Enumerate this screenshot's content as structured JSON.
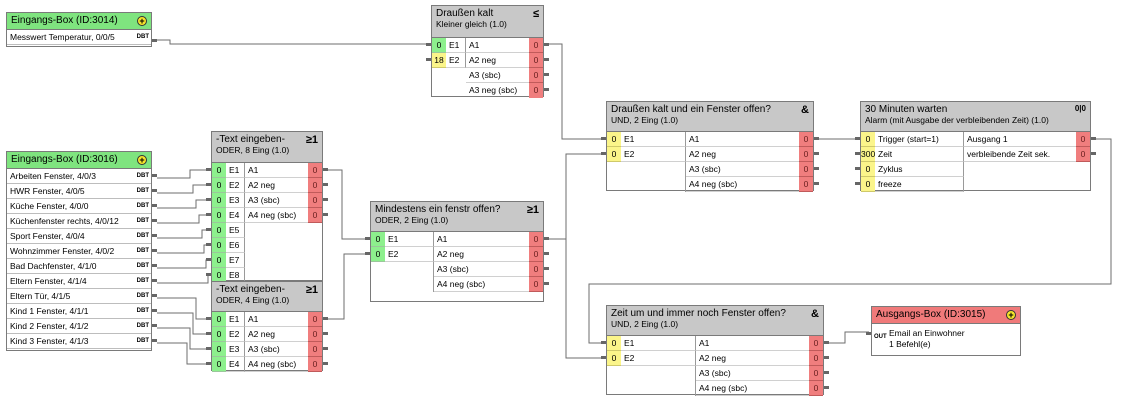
{
  "wire_color": "#6e6e6e",
  "input_box_1": {
    "title": "Eingangs-Box (ID:3014)",
    "items": [
      {
        "label": "Messwert Temperatur, 0/0/5",
        "tag": "DBT"
      }
    ]
  },
  "input_box_2": {
    "title": "Eingangs-Box (ID:3016)",
    "items": [
      {
        "label": "Arbeiten Fenster, 4/0/3",
        "tag": "DBT"
      },
      {
        "label": "HWR Fenster, 4/0/5",
        "tag": "DBT"
      },
      {
        "label": "Küche Fenster, 4/0/0",
        "tag": "DBT"
      },
      {
        "label": "Küchenfenster rechts, 4/0/12",
        "tag": "DBT"
      },
      {
        "label": "Sport Fenster, 4/0/4",
        "tag": "DBT"
      },
      {
        "label": "Wohnzimmer Fenster, 4/0/2",
        "tag": "DBT"
      },
      {
        "label": "Bad Dachfenster, 4/1/0",
        "tag": "DBT"
      },
      {
        "label": "Eltern Fenster, 4/1/4",
        "tag": "DBT"
      },
      {
        "label": "Eltern Tür, 4/1/5",
        "tag": "DBT"
      },
      {
        "label": "Kind 1 Fenster, 4/1/1",
        "tag": "DBT"
      },
      {
        "label": "Kind 2 Fenster, 4/1/2",
        "tag": "DBT"
      },
      {
        "label": "Kind 3 Fenster, 4/1/3",
        "tag": "DBT"
      }
    ]
  },
  "block_kalt": {
    "title": "Draußen kalt",
    "subtitle": "Kleiner gleich (1.0)",
    "symbol": "≤",
    "inputs": [
      {
        "value": "0",
        "name": "E1"
      },
      {
        "value": "18",
        "name": "E2"
      }
    ],
    "outputs": [
      {
        "name": "A1",
        "value": "0"
      },
      {
        "name": "A2 neg",
        "value": "0"
      },
      {
        "name": "A3 (sbc)",
        "value": "0"
      },
      {
        "name": "A3 neg (sbc)",
        "value": "0"
      }
    ]
  },
  "block_text8": {
    "title": "-Text eingeben-",
    "subtitle": "ODER, 8 Eing (1.0)",
    "symbol": "≥1",
    "inputs": [
      {
        "value": "0",
        "name": "E1"
      },
      {
        "value": "0",
        "name": "E2"
      },
      {
        "value": "0",
        "name": "E3"
      },
      {
        "value": "0",
        "name": "E4"
      },
      {
        "value": "0",
        "name": "E5"
      },
      {
        "value": "0",
        "name": "E6"
      },
      {
        "value": "0",
        "name": "E7"
      },
      {
        "value": "0",
        "name": "E8"
      }
    ],
    "outputs": [
      {
        "name": "A1",
        "value": "0"
      },
      {
        "name": "A2 neg",
        "value": "0"
      },
      {
        "name": "A3 (sbc)",
        "value": "0"
      },
      {
        "name": "A4 neg (sbc)",
        "value": "0"
      }
    ]
  },
  "block_text4": {
    "title": "-Text eingeben-",
    "subtitle": "ODER, 4 Eing (1.0)",
    "symbol": "≥1",
    "inputs": [
      {
        "value": "0",
        "name": "E1"
      },
      {
        "value": "0",
        "name": "E2"
      },
      {
        "value": "0",
        "name": "E3"
      },
      {
        "value": "0",
        "name": "E4"
      }
    ],
    "outputs": [
      {
        "name": "A1",
        "value": "0"
      },
      {
        "name": "A2 neg",
        "value": "0"
      },
      {
        "name": "A3 (sbc)",
        "value": "0"
      },
      {
        "name": "A4 neg (sbc)",
        "value": "0"
      }
    ]
  },
  "block_mind": {
    "title": "Mindestens ein fenstr offen?",
    "subtitle": "ODER, 2 Eing (1.0)",
    "symbol": "≥1",
    "inputs": [
      {
        "value": "0",
        "name": "E1"
      },
      {
        "value": "0",
        "name": "E2"
      }
    ],
    "outputs": [
      {
        "name": "A1",
        "value": "0"
      },
      {
        "name": "A2 neg",
        "value": "0"
      },
      {
        "name": "A3 (sbc)",
        "value": "0"
      },
      {
        "name": "A4 neg (sbc)",
        "value": "0"
      }
    ]
  },
  "block_und1": {
    "title": "Draußen kalt und ein Fenster offen?",
    "subtitle": "UND, 2 Eing (1.0)",
    "symbol": "&",
    "inputs": [
      {
        "value": "0",
        "name": "E1"
      },
      {
        "value": "0",
        "name": "E2"
      }
    ],
    "outputs": [
      {
        "name": "A1",
        "value": "0"
      },
      {
        "name": "A2 neg",
        "value": "0"
      },
      {
        "name": "A3 (sbc)",
        "value": "0"
      },
      {
        "name": "A4 neg (sbc)",
        "value": "0"
      }
    ]
  },
  "block_alarm": {
    "title": "30 Minuten warten",
    "subtitle": "Alarm (mit Ausgabe der verbleibenden Zeit) (1.0)",
    "symbol": "0|0",
    "inputs": [
      {
        "value": "0",
        "name": "Trigger (start=1)"
      },
      {
        "value": "300",
        "name": "Zeit"
      },
      {
        "value": "0",
        "name": "Zyklus"
      },
      {
        "value": "0",
        "name": "freeze"
      }
    ],
    "outputs": [
      {
        "name": "Ausgang 1",
        "value": "0"
      },
      {
        "name": "verbleibende Zeit sek.",
        "value": "0"
      }
    ]
  },
  "block_und2": {
    "title": "Zeit um und immer noch Fenster offen?",
    "subtitle": "UND, 2 Eing (1.0)",
    "symbol": "&",
    "inputs": [
      {
        "value": "0",
        "name": "E1"
      },
      {
        "value": "0",
        "name": "E2"
      }
    ],
    "outputs": [
      {
        "name": "A1",
        "value": "0"
      },
      {
        "name": "A2 neg",
        "value": "0"
      },
      {
        "name": "A3 (sbc)",
        "value": "0"
      },
      {
        "name": "A4 neg (sbc)",
        "value": "0"
      }
    ]
  },
  "output_box": {
    "title": "Ausgangs-Box (ID:3015)",
    "tag": "OUT",
    "line1": "Email an Einwohner",
    "line2": "1 Befehl(e)"
  }
}
